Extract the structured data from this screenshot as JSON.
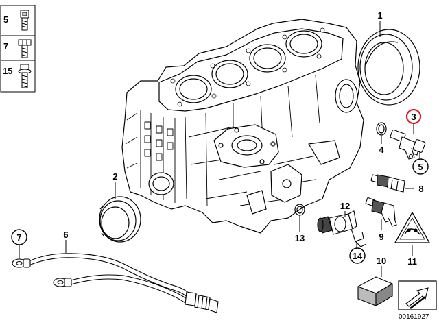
{
  "diagram": {
    "reference_number": "00161927",
    "highlight_color": "#d81e2a",
    "fastener_legend": [
      {
        "label": "5",
        "icon": "socket-head-bolt-icon"
      },
      {
        "label": "7",
        "icon": "hex-bolt-icon"
      },
      {
        "label": "15",
        "icon": "flange-bolt-icon"
      }
    ],
    "callouts": {
      "p1": "1",
      "p2": "2",
      "p3": "3",
      "p4": "4",
      "p5": "5",
      "p6": "6",
      "p7": "7",
      "p8": "8",
      "p9": "9",
      "p10": "10",
      "p11": "11",
      "p12": "12",
      "p13": "13",
      "p14": "14"
    },
    "label_3_highlighted": true
  }
}
